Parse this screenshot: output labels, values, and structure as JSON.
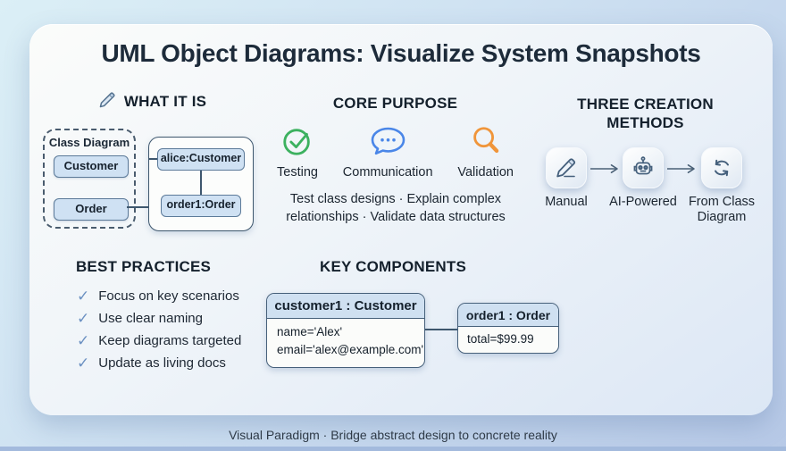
{
  "page": {
    "title": "UML Object Diagrams: Visualize System Snapshots",
    "footer": "Visual Paradigm · Bridge abstract design to concrete reality"
  },
  "what_it_is": {
    "heading": "WHAT IT IS",
    "heading_icon": "pencil-icon",
    "class_diagram": {
      "label": "Class Diagram",
      "classes": [
        "Customer",
        "Order"
      ]
    },
    "object_diagram": {
      "objects": [
        "alice:Customer",
        "order1:Order"
      ]
    }
  },
  "core_purpose": {
    "heading": "CORE PURPOSE",
    "items": [
      {
        "icon": "check-circle-icon",
        "label": "Testing",
        "color": "#3CB15F"
      },
      {
        "icon": "speech-bubble-icon",
        "label": "Communication",
        "color": "#4A86E8"
      },
      {
        "icon": "magnifier-icon",
        "label": "Validation",
        "color": "#F0953A"
      }
    ],
    "description": "Test class designs · Explain complex relationships · Validate data structures"
  },
  "creation_methods": {
    "heading": "THREE CREATION METHODS",
    "methods": [
      {
        "icon": "pencil-icon",
        "label": "Manual"
      },
      {
        "icon": "robot-icon",
        "label": "AI-Powered"
      },
      {
        "icon": "swap-arrows-icon",
        "label": "From Class Diagram"
      }
    ]
  },
  "best_practices": {
    "heading": "BEST PRACTICES",
    "check_glyph": "✓",
    "items": [
      "Focus on key scenarios",
      "Use clear naming",
      "Keep diagrams targeted",
      "Update as living docs"
    ]
  },
  "key_components": {
    "heading": "KEY COMPONENTS",
    "objects": [
      {
        "title": "customer1 : Customer",
        "attributes": [
          "name='Alex'",
          "email='alex@example.com'"
        ]
      },
      {
        "title": "order1 : Order",
        "attributes": [
          "total=$99.99"
        ]
      }
    ]
  },
  "colors": {
    "box_fill": "#CFE1F3",
    "box_border": "#5C7A99",
    "line": "#3E576E",
    "check_blue": "#6C91C2"
  }
}
